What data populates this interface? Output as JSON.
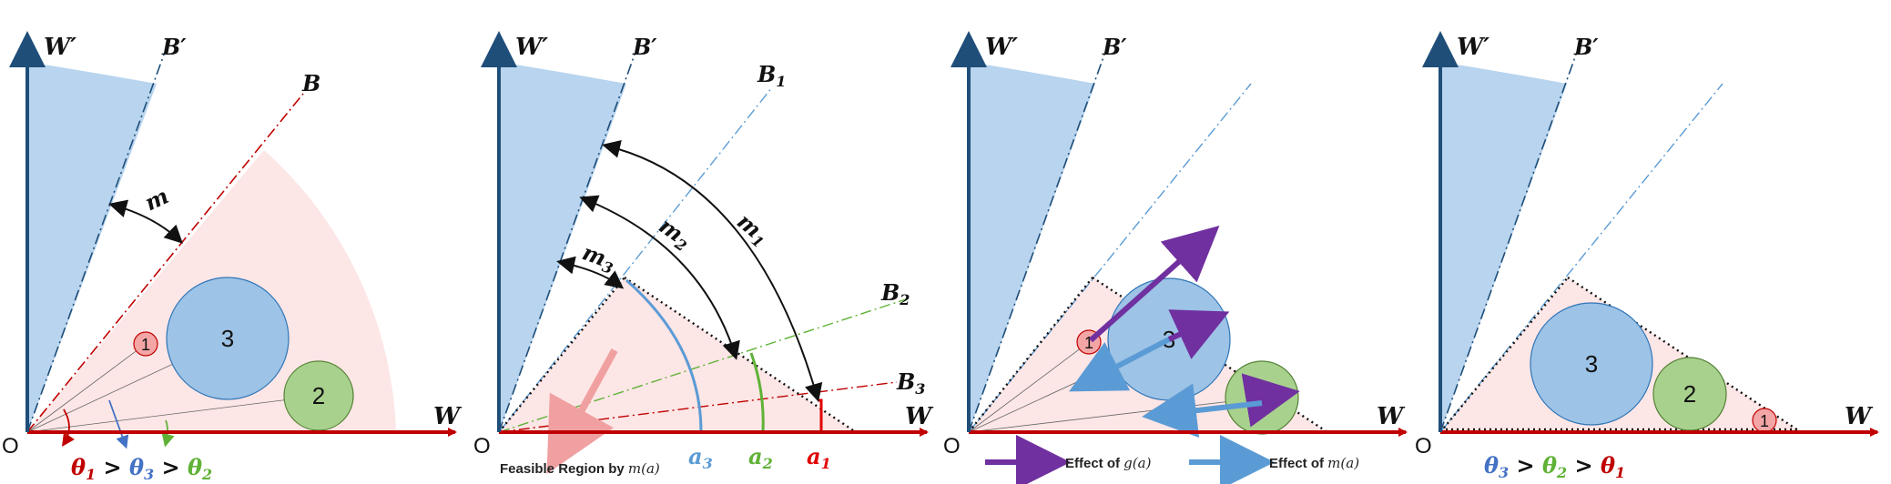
{
  "colors": {
    "axis_red": "#c00000",
    "axis_blue": "#1f4e79",
    "shade_blue": "#b8d4ee",
    "shade_pink": "#fce4e4",
    "circle_blue": "#9dc3e6",
    "circle_green": "#a9d18e",
    "circle_red": "#f4a6a6",
    "purple": "#7030a0",
    "arrow_blue": "#5b9bd5",
    "green": "#5fb236",
    "red": "#e00000"
  },
  "panel1": {
    "axis_w": "W",
    "axis_wprime": "W′",
    "line_bprime": "B′",
    "line_b": "B",
    "origin": "O",
    "margin": "m",
    "circle1": "1",
    "circle2": "2",
    "circle3": "3",
    "relation": {
      "t1": "θ",
      "t1_sub": "1",
      "gt_a": " > ",
      "t3": "θ",
      "t3_sub": "3",
      "gt_b": " > ",
      "t2": "θ",
      "t2_sub": "2"
    }
  },
  "panel2": {
    "axis_w": "W",
    "axis_wprime": "W′",
    "line_bprime": "B′",
    "line_b1": "B",
    "line_b1_sub": "1",
    "line_b2": "B",
    "line_b2_sub": "2",
    "line_b3": "B",
    "line_b3_sub": "3",
    "origin": "O",
    "m1": "m",
    "m1_sub": "1",
    "m2": "m",
    "m2_sub": "2",
    "m3": "m",
    "m3_sub": "3",
    "a3": "a",
    "a3_sub": "3",
    "a2": "a",
    "a2_sub": "2",
    "a1": "a",
    "a1_sub": "1",
    "feasible_text": "Feasible Region by ",
    "feasible_math": "m(a)"
  },
  "panel3": {
    "axis_w": "W",
    "axis_wprime": "W′",
    "line_bprime": "B′",
    "origin": "O",
    "circle1": "1",
    "circle2": "2",
    "circle3": "3",
    "legend_g_text": "Effect of ",
    "legend_g_math": "g(a)",
    "legend_m_text": "Effect of ",
    "legend_m_math": "m(a)"
  },
  "panel4": {
    "axis_w": "W",
    "axis_wprime": "W′",
    "line_bprime": "B′",
    "origin": "O",
    "circle1": "1",
    "circle2": "2",
    "circle3": "3",
    "relation": {
      "t3": "θ",
      "t3_sub": "3",
      "gt_a": " > ",
      "t2": "θ",
      "t2_sub": "2",
      "gt_b": " > ",
      "t1": "θ",
      "t1_sub": "1"
    }
  }
}
